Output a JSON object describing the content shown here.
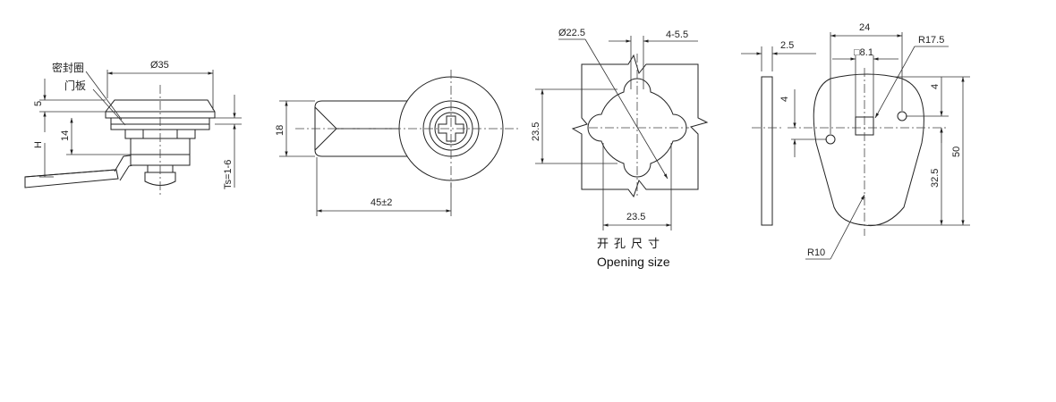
{
  "side_view": {
    "label_seal": "密封圈",
    "label_door": "门板",
    "dim_diameter": "Ø35",
    "dim_5": "5",
    "dim_14": "14",
    "dim_h": "H",
    "dim_ts": "Ts=1-6"
  },
  "cam_view": {
    "dim_18": "18",
    "dim_length": "45±2"
  },
  "opening_view": {
    "dim_diameter": "Ø22.5",
    "dim_key": "4-5.5",
    "dim_height": "23.5",
    "dim_width": "23.5",
    "caption_cn": "开孔尺寸",
    "caption_en": "Opening size"
  },
  "plate_view": {
    "dim_thickness": "2.5",
    "dim_width": "24",
    "dim_square": "□8.1",
    "dim_radius_large": "R17.5",
    "dim_4_left": "4",
    "dim_4_right": "4",
    "dim_50": "50",
    "dim_32_5": "32.5",
    "dim_radius_small": "R10"
  }
}
